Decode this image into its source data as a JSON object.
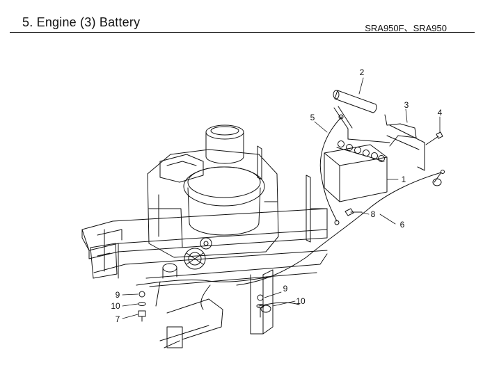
{
  "header": {
    "title": "5. Engine (3) Battery",
    "model": "SRA950F、SRA950"
  },
  "callouts": {
    "c1": "1",
    "c2": "2",
    "c3": "3",
    "c4": "4",
    "c5": "5",
    "c6": "6",
    "c7": "7",
    "c8": "8",
    "c9a": "9",
    "c9b": "9",
    "c10a": "10",
    "c10b": "10"
  }
}
